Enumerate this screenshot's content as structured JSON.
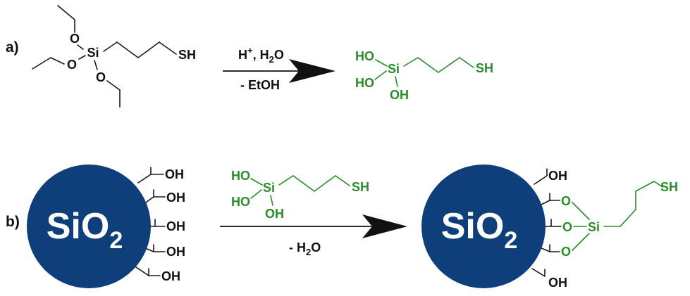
{
  "labels": {
    "a": "a)",
    "b": "b)"
  },
  "atoms": {
    "O": "O",
    "Si": "Si",
    "SH": "SH",
    "HO": "HO",
    "OH": "OH"
  },
  "reaction_a": {
    "reagent_main": "H",
    "reagent_sup": "+",
    "reagent_mid": ", H",
    "reagent_sub": "2",
    "reagent_end": "O",
    "byproduct": "- EtOH"
  },
  "reaction_b": {
    "byproduct_main": "- H",
    "byproduct_sub": "2",
    "byproduct_end": "O"
  },
  "particle": {
    "main": "SiO",
    "sub": "2"
  },
  "colors": {
    "particle": "#0f3f7a",
    "product": "#2a8c2a",
    "ink": "#1a1a1a"
  }
}
